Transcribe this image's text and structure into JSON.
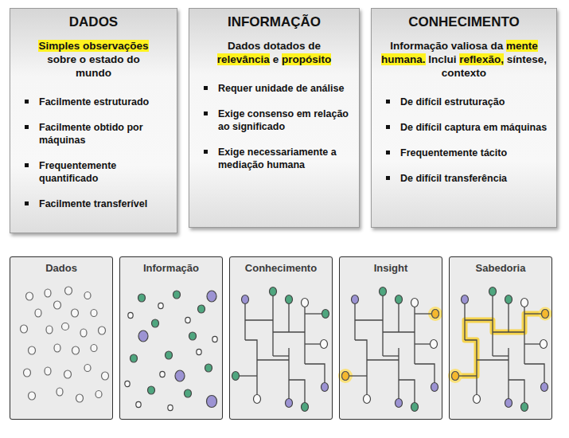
{
  "diagram": {
    "nodes": [
      {
        "text": [
          "DADOS",
          "Simples observações sobre o estado do mundo",
          "Facilmente estruturado",
          "Facilmente obtido por máquinas",
          "Frequentemente quantificado",
          "Facilmente transferível"
        ]
      },
      {
        "text": [
          "INFORMAÇÃO",
          "Dados dotados de relevância e propósito",
          "Requer unidade de análise",
          "Exige consenso em relação ao significado",
          "Exige necessariamente a mediação humana"
        ]
      },
      {
        "text": [
          "CONHECIMENTO",
          "Informação valiosa da mente humana. Inclui reflexão, síntese, contexto",
          "De difícil estruturação",
          "De difícil captura em máquinas",
          "Frequentemente tácito",
          "De difícil transferência"
        ]
      },
      {
        "text": [
          "Dados"
        ]
      },
      {
        "text": [
          "Informação"
        ]
      },
      {
        "text": [
          "Conhecimento"
        ]
      },
      {
        "text": [
          "Insight"
        ]
      },
      {
        "text": [
          "Sabedoria"
        ]
      }
    ],
    "edges": []
  }
}
